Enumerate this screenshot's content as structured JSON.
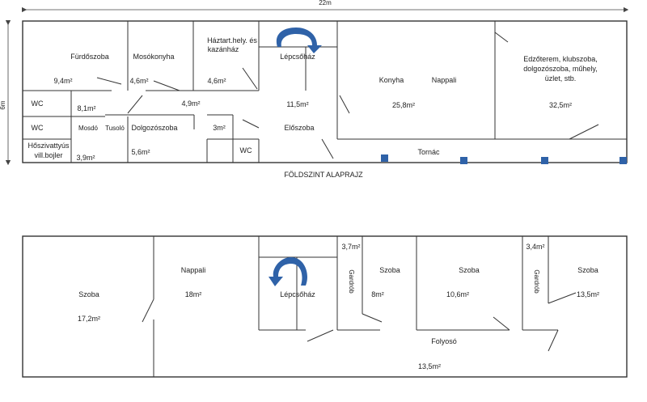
{
  "dimensions": {
    "width_label": "22m",
    "height_label": "6m"
  },
  "ground_floor": {
    "caption": "FÖLDSZINT ALAPRAJZ",
    "rooms": {
      "furdo": "Fürdőszoba",
      "furdo_area": "9,4m²",
      "moso": "Mosókonyha",
      "moso_area": "4,6m²",
      "haztart1": "Háztart.hely. és",
      "haztart2": "kazánház",
      "haztart_area": "4,6m²",
      "lepcso": "Lépcsőház",
      "konyha": "Konyha",
      "nappali": "Nappali",
      "konyha_area": "25,8m²",
      "edzo1": "Edzőterem, klubszoba,",
      "edzo2": "dolgozószoba, műhely,",
      "edzo3": "üzlet, stb.",
      "edzo_area": "32,5m²",
      "wc1": "WC",
      "wc2": "WC",
      "wc3": "WC",
      "area_81": "8,1m²",
      "area_49": "4,9m²",
      "area_115": "11,5m²",
      "mosdo": "Mosdó",
      "tusolo": "Tusoló",
      "dolgozo": "Dolgozószoba",
      "dolgozo_area": "5,6m²",
      "area_3": "3m²",
      "eloszoba": "Előszoba",
      "hoszi1": "Hőszivattyús",
      "hoszi2": "vill.bojler",
      "hoszi_area": "3,9m²",
      "tornac": "Tornác"
    }
  },
  "upper_floor": {
    "rooms": {
      "szoba1": "Szoba",
      "szoba1_area": "17,2m²",
      "nappali": "Nappali",
      "nappali_area": "18m²",
      "lepcso": "Lépcsőház",
      "area_37": "3,7m²",
      "gardrob1": "Gardrób",
      "szoba2": "Szoba",
      "szoba2_area": "8m²",
      "szoba3": "Szoba",
      "szoba3_area": "10,6m²",
      "area_34": "3,4m²",
      "gardrob2": "Gardrób",
      "szoba4": "Szoba",
      "szoba4_area": "13,5m²",
      "folyoso": "Folyosó",
      "folyoso_area": "13,5m²"
    }
  },
  "colors": {
    "wall": "#333333",
    "stair_arrow": "#2f62a8",
    "column": "#2f62a8"
  }
}
